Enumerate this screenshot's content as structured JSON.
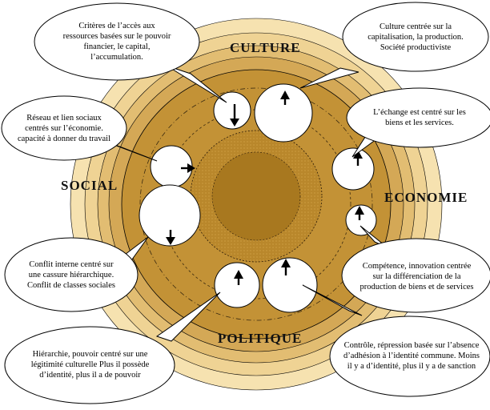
{
  "sectors": {
    "culture": "CULTURE",
    "social": "SOCIAL",
    "economie": "ECONOMIE",
    "politique": "POLITIQUE"
  },
  "callouts": {
    "culture_left": "Critères de l’accès aux ressources basées sur le pouvoir financier, le capital, l’accumulation.",
    "culture_right": "Culture centrée sur la capitalisation, la production. Société productiviste",
    "social_top": "Réseau et lien sociaux centrés sur l’économie. capacité à donner du travail",
    "social_bottom": "Conflit interne centré sur une cassure hiérarchique. Conflit de classes sociales",
    "economie_top": "L’échange est centré sur les biens et les services.",
    "economie_bottom": "Compétence, innovation centrée sur la différenciation de la production de biens et de services",
    "politique_left": "Hiérarchie, pouvoir centré sur une légitimité culturelle Plus il possède d’identité, plus il a de pouvoir",
    "politique_right": "Contrôle, répression basée sur l’absence d’adhésion à l’identité commune. Moins il y a d’identité, plus il y a de sanction"
  },
  "colors": {
    "ring_outer": "#f6e2b0",
    "ring_mid1": "#eccd8a",
    "ring_mid2": "#deb463",
    "ring_inner": "#c99a3a",
    "core": "#a8781f",
    "outline": "#000000"
  }
}
